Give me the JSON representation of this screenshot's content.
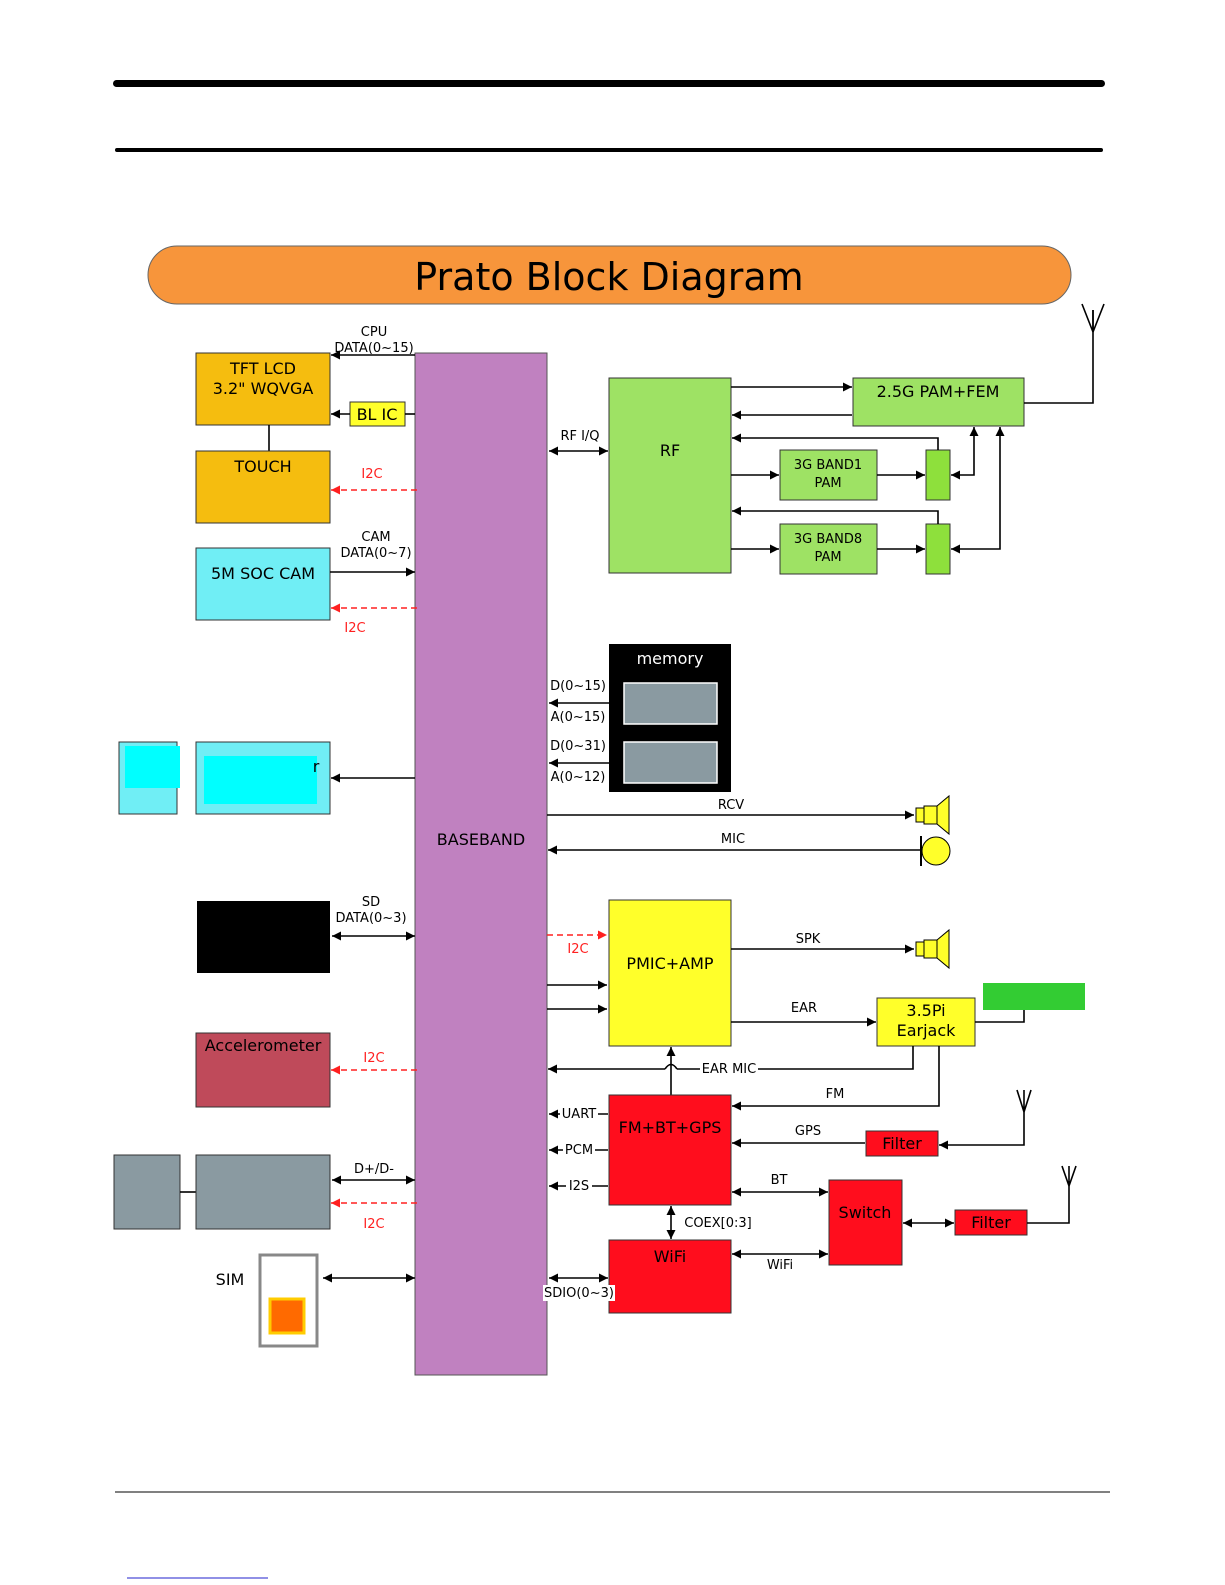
{
  "title": "Prato Block Diagram",
  "colors": {
    "title_fill": "#f7953b",
    "baseband": "#c081c0",
    "orange_block": "#f5bd0f",
    "cyan_block": "#70eef5",
    "cyan_mask": "#00ffff",
    "green_block": "#9ee264",
    "yellow_block": "#ffff2a",
    "red_block": "#ff0d1d",
    "accelerometer": "#bf4a5a",
    "gray_block": "#8a9aa1",
    "bright_green": "#33cc33",
    "sim_chip": "#ff6a00",
    "i2c_red": "#ff2020"
  },
  "blocks": {
    "tft_lcd_line1": "TFT LCD",
    "tft_lcd_line2": "3.2\" WQVGA",
    "bl_ic": "BL IC",
    "touch": "TOUCH",
    "camera": "5M SOC CAM",
    "cyan_partial": "r",
    "accelerometer": "Accelerometer",
    "sim": "SIM",
    "baseband": "BASEBAND",
    "rf": "RF",
    "pam_2g": "2.5G PAM+FEM",
    "band1_line1": "3G BAND1",
    "band1_line2": "PAM",
    "band8_line1": "3G BAND8",
    "band8_line2": "PAM",
    "memory": "memory",
    "pmic": "PMIC+AMP",
    "earjack_line1": "3.5Pi",
    "earjack_line2": "Earjack",
    "fm_bt_gps": "FM+BT+GPS",
    "wifi": "WiFi",
    "switch": "Switch",
    "filter_gps": "Filter",
    "filter_wifi": "Filter"
  },
  "signals": {
    "cpu": "CPU",
    "cpu_data": "DATA(0~15)",
    "i2c_touch": "I2C",
    "cam": "CAM",
    "cam_data": "DATA(0~7)",
    "i2c_cam": "I2C",
    "sd": "SD",
    "sd_data": "DATA(0~3)",
    "i2c_accel": "I2C",
    "usb": "D+/D-",
    "i2c_usb": "I2C",
    "rf_iq": "RF I/Q",
    "mem_d1": "D(0~15)",
    "mem_a1": "A(0~15)",
    "mem_d2": "D(0~31)",
    "mem_a2": "A(0~12)",
    "rcv": "RCV",
    "mic": "MIC",
    "i2c_pmic": "I2C",
    "spk": "SPK",
    "ear": "EAR",
    "ear_mic": "EAR MIC",
    "fm": "FM",
    "uart": "UART",
    "pcm": "PCM",
    "i2s": "I2S",
    "gps": "GPS",
    "bt": "BT",
    "coex": "COEX[0:3]",
    "wifi_sig": "WiFi",
    "sdio": "SDIO(0~3)"
  }
}
